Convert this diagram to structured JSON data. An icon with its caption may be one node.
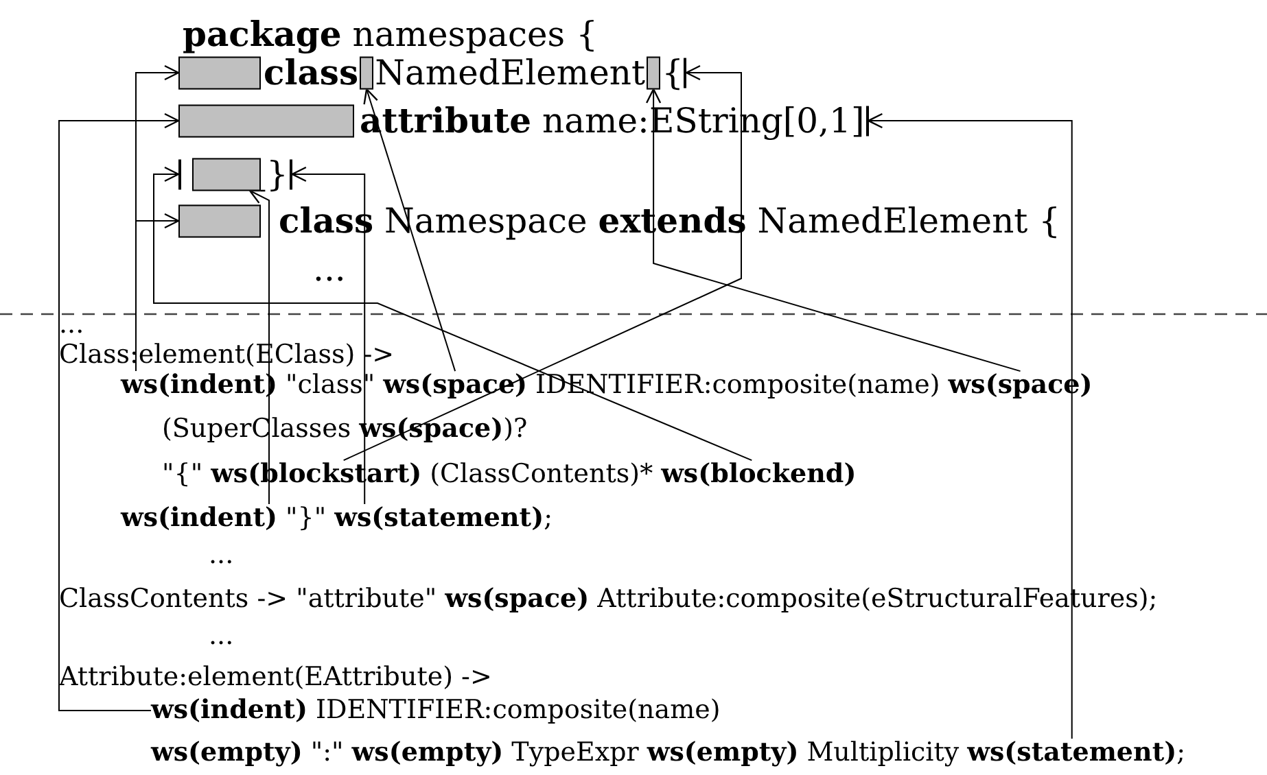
{
  "diagram": {
    "nodes": [
      {
        "text": [],
        "shape": "box"
      },
      {
        "text": [],
        "shape": "box"
      },
      {
        "text": [],
        "shape": "box"
      },
      {
        "text": [],
        "shape": "bar"
      },
      {
        "text": [],
        "shape": "box"
      },
      {
        "text": [],
        "shape": "bar"
      },
      {
        "text": [],
        "shape": "bar"
      },
      {
        "text": [],
        "shape": "box"
      },
      {
        "text": [],
        "shape": "bar"
      },
      {
        "text": [],
        "shape": "box"
      },
      {
        "text": [
          "ws(indent)"
        ]
      },
      {
        "text": [
          "ws(space)"
        ]
      },
      {
        "text": [
          "ws(space)"
        ]
      },
      {
        "text": [
          "ws(blockstart)"
        ]
      },
      {
        "text": [
          "ws(blockend)"
        ]
      },
      {
        "text": [
          "ws(indent)"
        ]
      },
      {
        "text": [
          "ws(statement)"
        ]
      },
      {
        "text": [
          "ws(indent)"
        ]
      },
      {
        "text": [
          "ws(statement)"
        ]
      }
    ],
    "edges": [
      {
        "from": 10,
        "to": 0,
        "arrow": "to"
      },
      {
        "from": 10,
        "to": 9,
        "arrow": "to"
      },
      {
        "from": 17,
        "to": 4,
        "arrow": "to"
      },
      {
        "from": 15,
        "to": 7,
        "arrow": "to"
      },
      {
        "from": 16,
        "to": 8,
        "arrow": "to"
      },
      {
        "from": 14,
        "to": 6,
        "arrow": "to"
      },
      {
        "from": 13,
        "to": 3,
        "arrow": "to"
      },
      {
        "from": 11,
        "to": 1,
        "arrow": "to"
      },
      {
        "from": 12,
        "to": 2,
        "arrow": "to"
      },
      {
        "from": 18,
        "to": 5,
        "arrow": "to"
      }
    ],
    "labels": [
      "**package** namespaces {",
      "class",
      "NamedElement",
      "{",
      "**attribute** name:EString[0,1]",
      "}",
      "**class** Namespace **extends** NamedElement {",
      "...",
      "...",
      "Class:element(EClass) ->",
      "\"class\"",
      "IDENTIFIER:composite(name)",
      "(SuperClasses **ws(space)**)?",
      "\"{\"",
      "(ClassContents)*",
      "\"}\"",
      ";",
      "...",
      "ClassContents -> \"attribute\" **ws(space)** Attribute:composite(eStructuralFeatures);",
      "...",
      "Attribute:element(EAttribute) ->",
      "IDENTIFIER:composite(name)",
      "**ws(empty)** \":\" **ws(empty)** TypeExpr **ws(empty)** Multiplicity",
      ";"
    ]
  }
}
